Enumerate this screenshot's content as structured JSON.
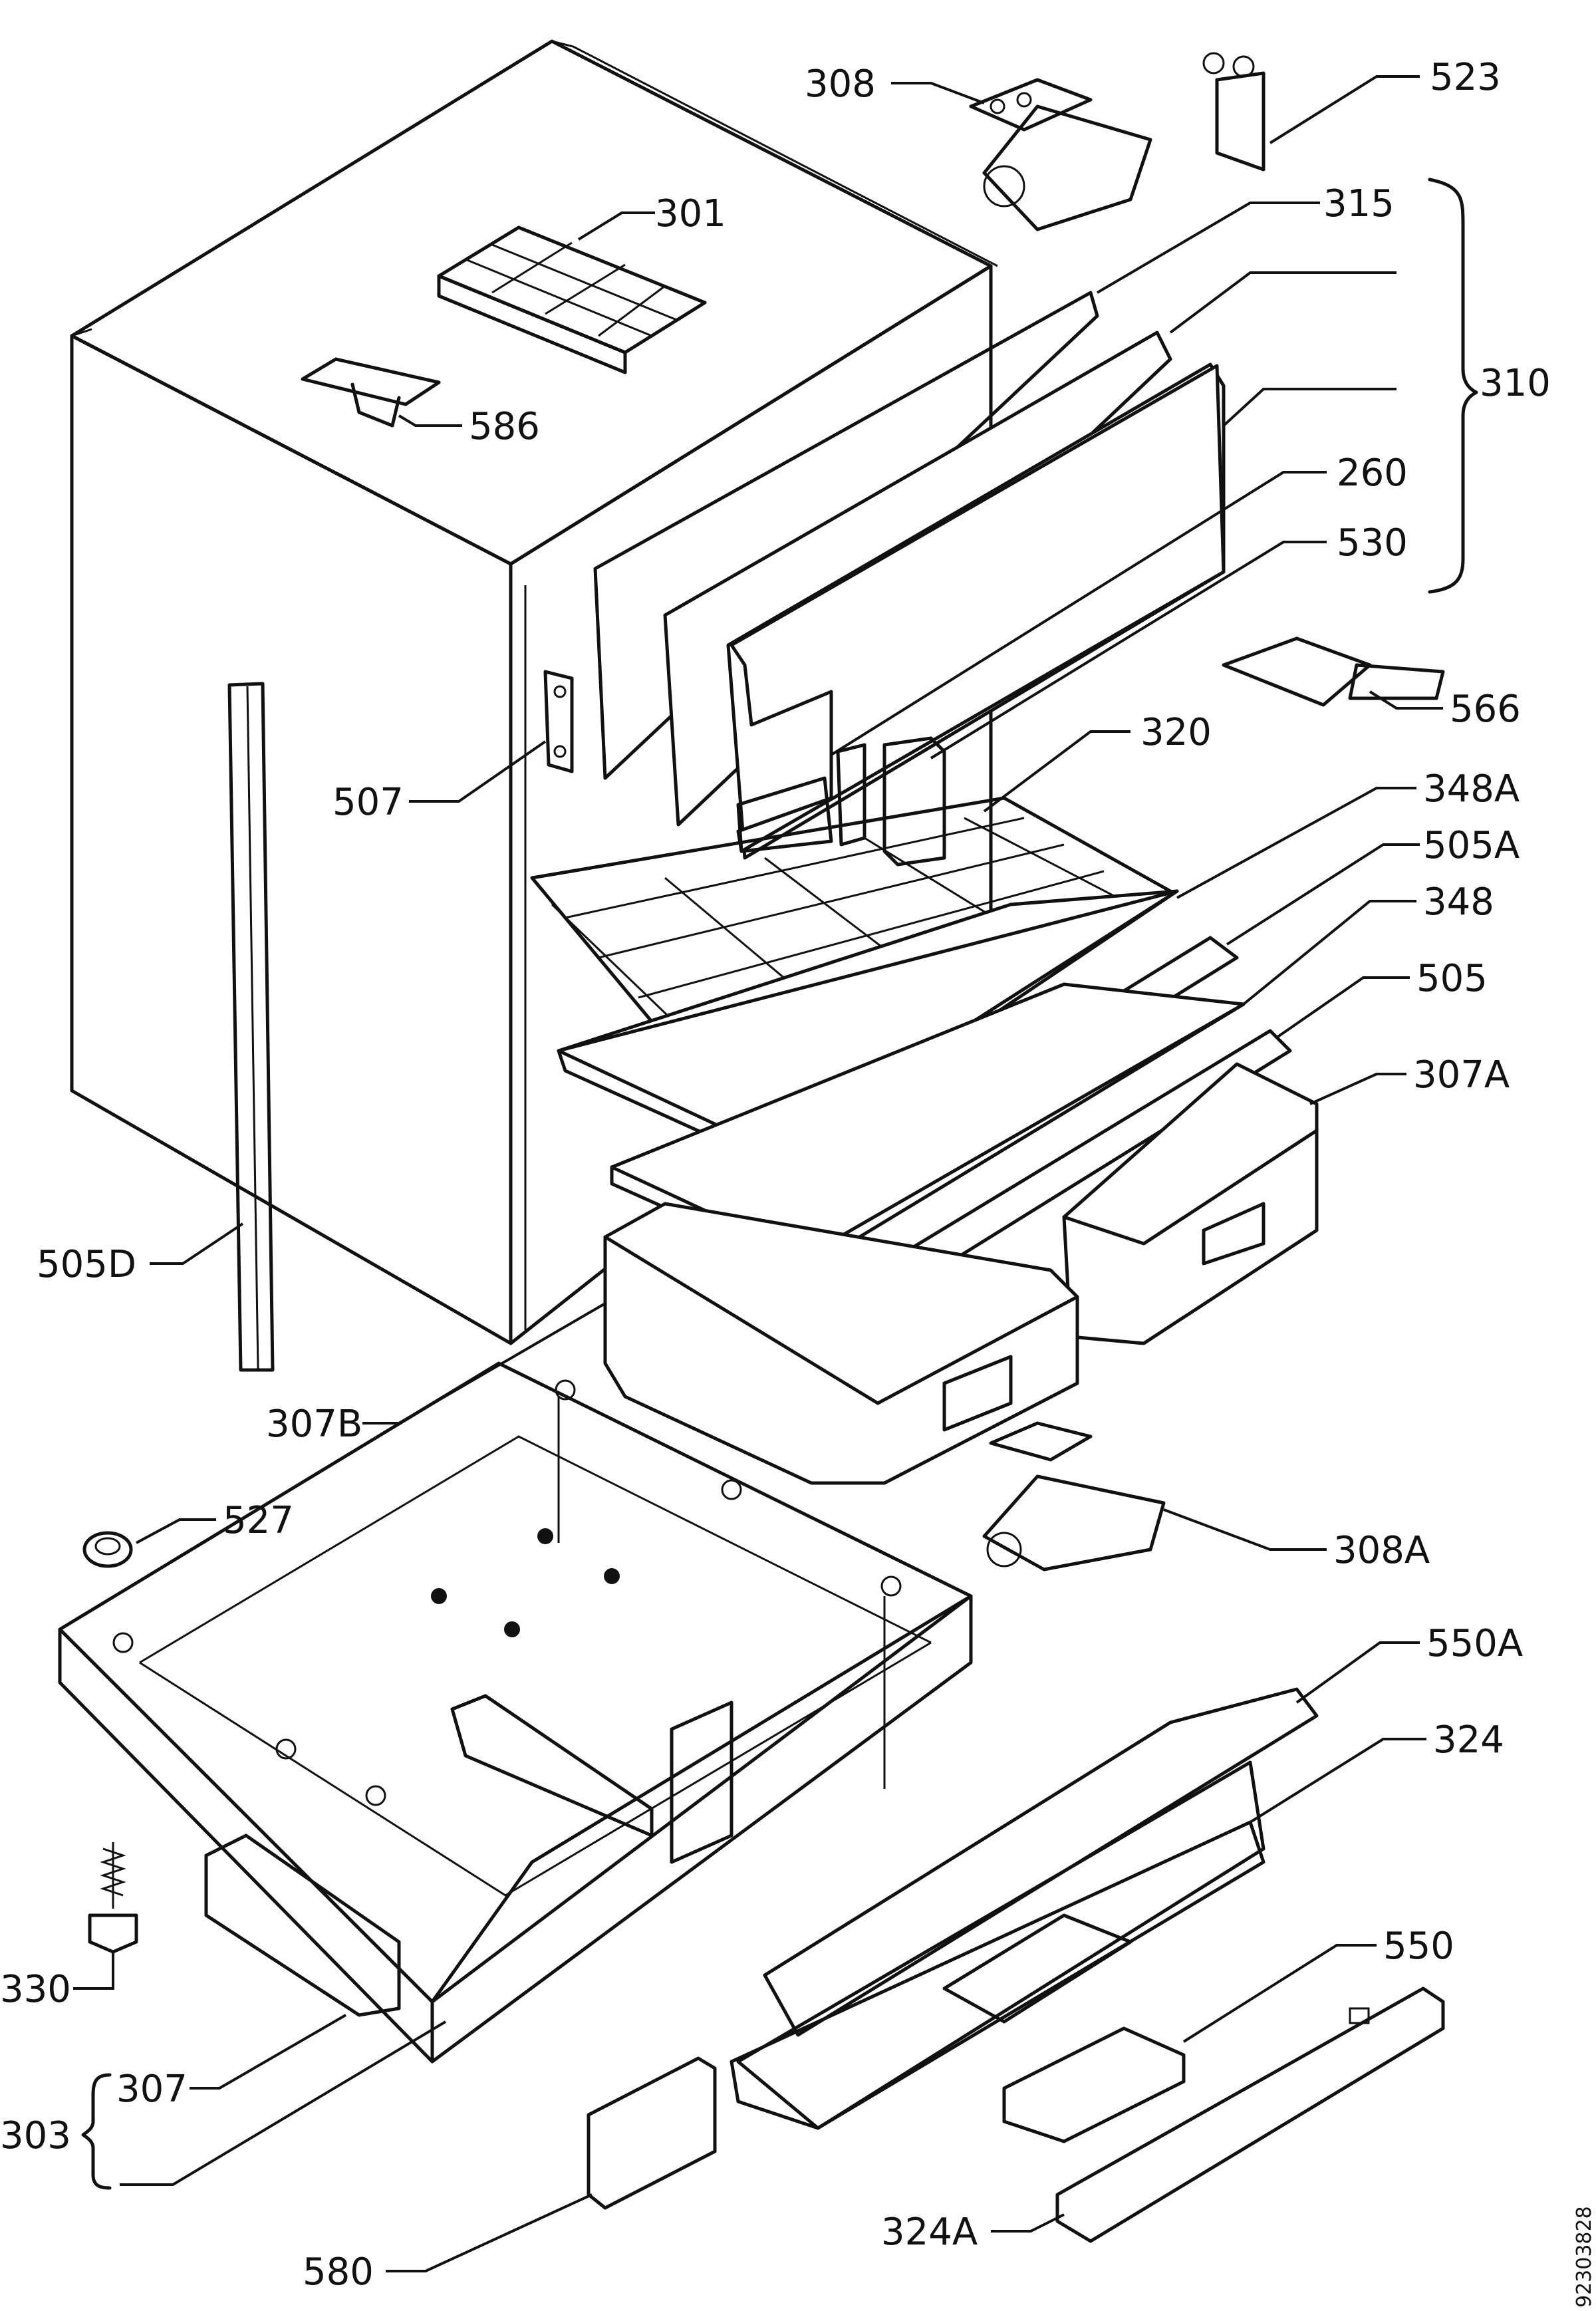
{
  "labels": {
    "l308": "308",
    "l523": "523",
    "l301": "301",
    "l315": "315",
    "l310": "310",
    "l586": "586",
    "l260": "260",
    "l530": "530",
    "l566": "566",
    "l507": "507",
    "l320": "320",
    "l348A": "348A",
    "l505A": "505A",
    "l348": "348",
    "l505": "505",
    "l307A": "307A",
    "l505D": "505D",
    "l307B": "307B",
    "l527": "527",
    "l308A": "308A",
    "l550A": "550A",
    "l324": "324",
    "l330": "330",
    "l550": "550",
    "l307": "307",
    "l303": "303",
    "l324A": "324A",
    "l580": "580"
  },
  "document_id": "92303828"
}
